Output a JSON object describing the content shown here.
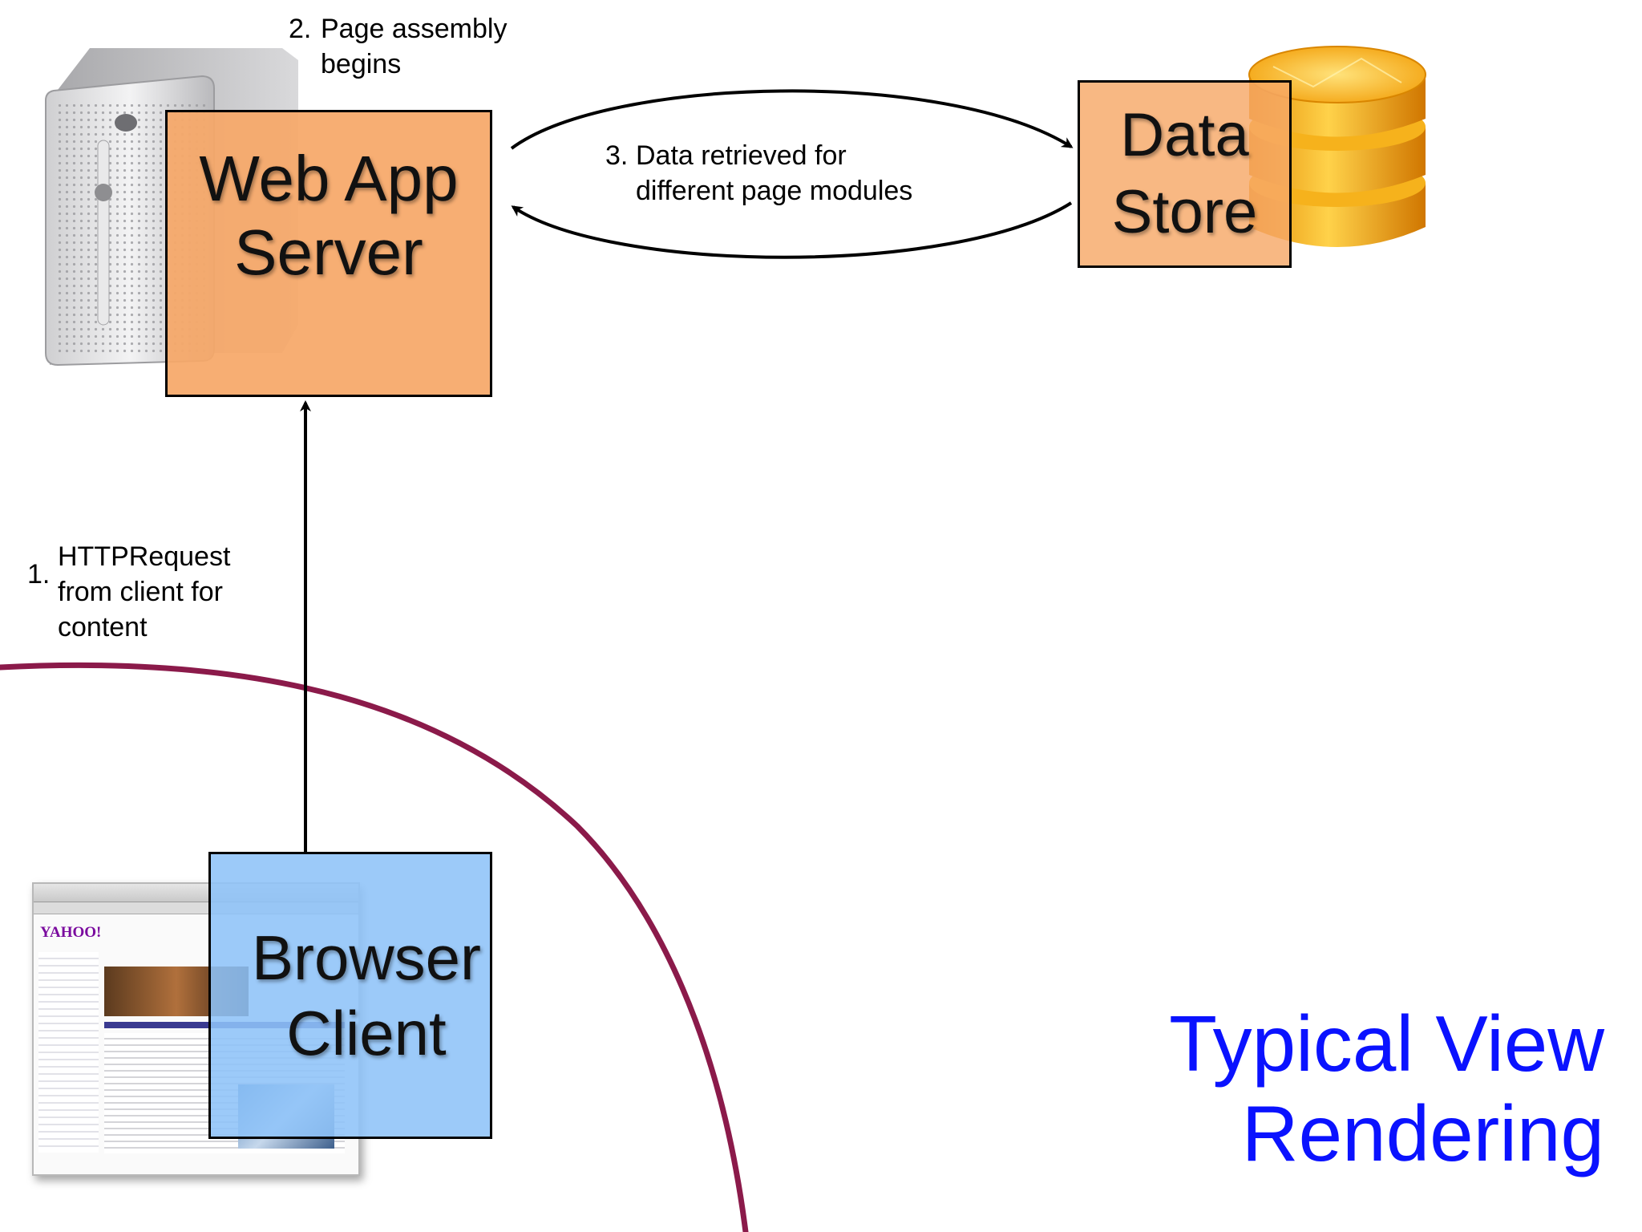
{
  "colors": {
    "server_box_fill": "#f6a868",
    "data_box_fill": "#f6a868",
    "browser_box_fill": "#8ec3f8",
    "title_color": "#0a12ff",
    "boundary_curve": "#8b1a4a",
    "database_orange": "#f5a20a"
  },
  "icons": {
    "server": "server-tower-icon",
    "database": "database-cylinder-icon",
    "browser": "browser-screenshot-thumbnail"
  },
  "step1": {
    "number": "1.",
    "lines": [
      "HTTPRequest",
      "from client for",
      "content"
    ]
  },
  "step2": {
    "number": "2.",
    "lines": [
      "Page assembly",
      "begins"
    ]
  },
  "step3": {
    "number": "3.",
    "lines": [
      "Data retrieved for",
      "different page modules"
    ]
  },
  "server_box": {
    "lines": [
      "Web App",
      "Server"
    ]
  },
  "data_box": {
    "lines": [
      "Data",
      "Store"
    ]
  },
  "browser_box": {
    "lines": [
      "Browser",
      "Client"
    ]
  },
  "title": {
    "lines": [
      "Typical View",
      "Rendering"
    ]
  },
  "browser_thumbnail": {
    "logo": "YAHOO!"
  }
}
